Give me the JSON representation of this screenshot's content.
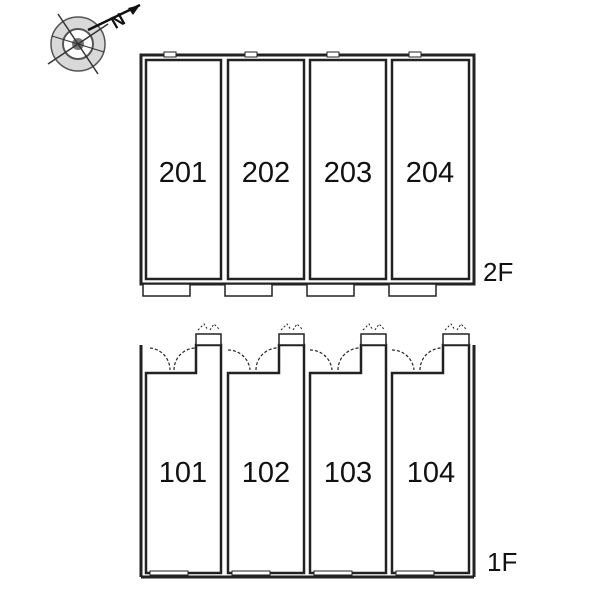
{
  "compass": {
    "north_label": "N"
  },
  "floors": [
    {
      "label": "2F",
      "units": [
        "201",
        "202",
        "203",
        "204"
      ]
    },
    {
      "label": "1F",
      "units": [
        "101",
        "102",
        "103",
        "104"
      ]
    }
  ],
  "colors": {
    "wall": "#222222",
    "fill": "#ffffff",
    "hatch": "#555555"
  }
}
